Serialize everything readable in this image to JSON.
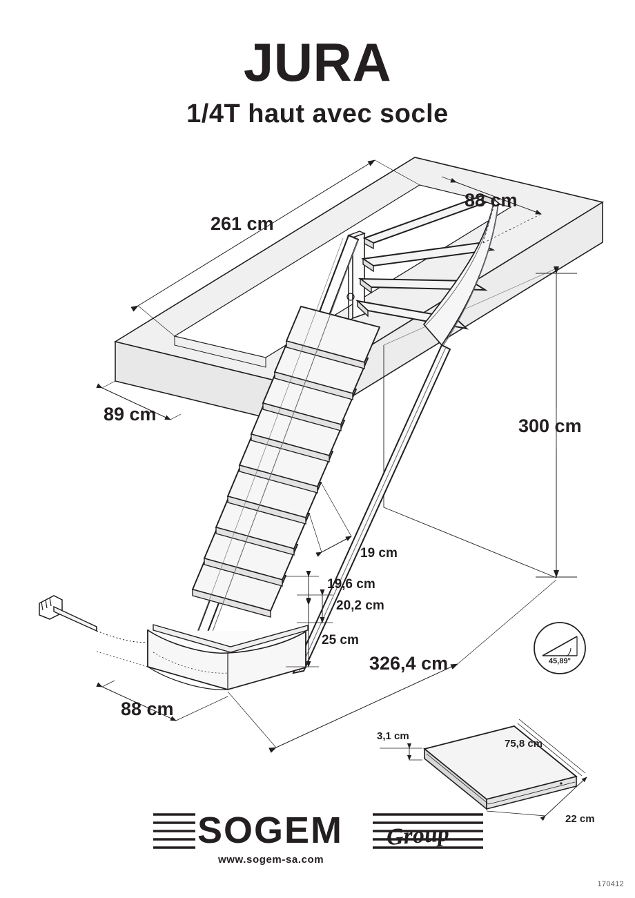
{
  "document": {
    "title": "JURA",
    "subtitle": "1/4T haut avec socle",
    "reference_number": "170412",
    "type": "technical-drawing",
    "language": "fr"
  },
  "brand": {
    "name": "SOGEM",
    "suffix": "Group",
    "website": "www.sogem-sa.com"
  },
  "colors": {
    "ink": "#231f20",
    "slab_fill": "#f0f0f0",
    "tread_fill": "#fafafa",
    "stringer": "#6b6b7a",
    "paper": "#ffffff"
  },
  "dimensions": {
    "stairwell_length": "261 cm",
    "stairwell_width_top": "88 cm",
    "slab_thickness_edge": "89 cm",
    "floor_height": "300 cm",
    "tread_going": "19 cm",
    "riser_upper": "19,6 cm",
    "riser_lower": "20,2 cm",
    "base_height": "25 cm",
    "total_run": "326,4 cm",
    "base_width": "88 cm"
  },
  "angle_badge": {
    "value": "45,89°",
    "icon": "angle-icon"
  },
  "step_detail": {
    "thickness": "3,1 cm",
    "length": "75,8 cm",
    "depth": "22 cm"
  },
  "accessory": {
    "name": "newel-post-detail"
  }
}
